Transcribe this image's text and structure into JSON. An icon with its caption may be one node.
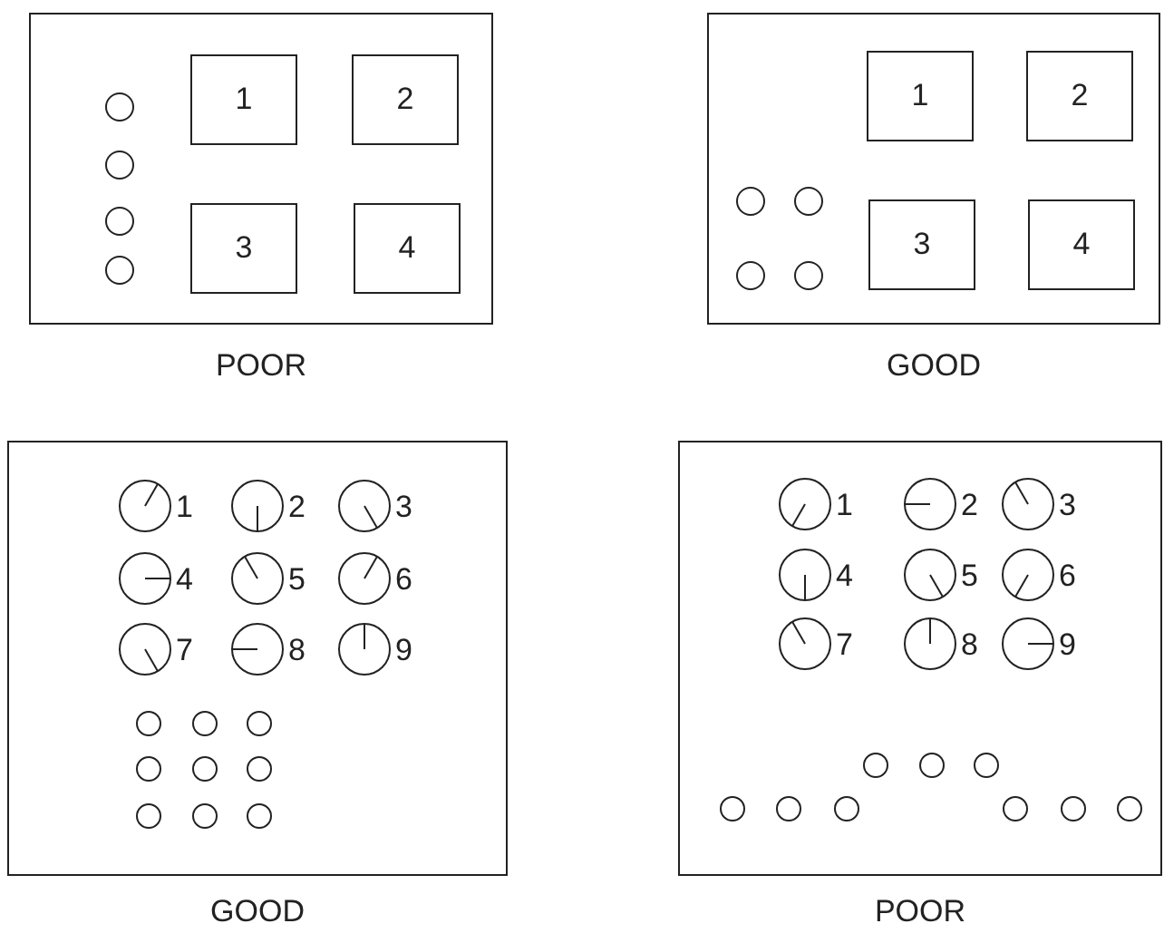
{
  "diagram": {
    "nodes": [
      {
        "text": [],
        "shape": "box",
        "beside": [
          "POOR"
        ]
      },
      {
        "text": [],
        "shape": "circle",
        "in": 0
      },
      {
        "text": [],
        "shape": "circle",
        "in": 0
      },
      {
        "text": [],
        "shape": "circle",
        "in": 0
      },
      {
        "text": [],
        "shape": "circle",
        "in": 0
      },
      {
        "text": [
          "1"
        ],
        "in": 0
      },
      {
        "text": [
          "2"
        ],
        "in": 0
      },
      {
        "text": [
          "3"
        ],
        "in": 0
      },
      {
        "text": [
          "4"
        ],
        "in": 0
      },
      {
        "text": [],
        "shape": "box",
        "beside": [
          "GOOD"
        ]
      },
      {
        "text": [
          "1"
        ],
        "in": 9
      },
      {
        "text": [
          "2"
        ],
        "in": 9
      },
      {
        "text": [],
        "shape": "circle",
        "in": 9
      },
      {
        "text": [],
        "shape": "circle",
        "in": 9
      },
      {
        "text": [
          "3"
        ],
        "in": 9
      },
      {
        "text": [
          "4"
        ],
        "in": 9
      },
      {
        "text": [],
        "shape": "circle",
        "in": 9
      },
      {
        "text": [],
        "shape": "circle",
        "in": 9
      },
      {
        "text": [],
        "shape": "box",
        "beside": [
          "GOOD"
        ]
      },
      {
        "text": [
          "1"
        ],
        "in": 18
      },
      {
        "text": [
          "2"
        ],
        "in": 18
      },
      {
        "text": [
          "3"
        ],
        "in": 18
      },
      {
        "text": [
          "4"
        ],
        "in": 18
      },
      {
        "text": [
          "5"
        ],
        "in": 18
      },
      {
        "text": [
          "6"
        ],
        "in": 18
      },
      {
        "text": [
          "7"
        ],
        "in": 18
      },
      {
        "text": [
          "8"
        ],
        "in": 18
      },
      {
        "text": [
          "9"
        ],
        "in": 18
      },
      {
        "text": [],
        "shape": "circle",
        "in": 18
      },
      {
        "text": [],
        "shape": "circle",
        "in": 18
      },
      {
        "text": [],
        "shape": "circle",
        "in": 18
      },
      {
        "text": [],
        "shape": "circle",
        "in": 18
      },
      {
        "text": [],
        "shape": "circle",
        "in": 18
      },
      {
        "text": [],
        "shape": "circle",
        "in": 18
      },
      {
        "text": [],
        "shape": "circle",
        "in": 18
      },
      {
        "text": [],
        "shape": "circle",
        "in": 18
      },
      {
        "text": [],
        "shape": "circle",
        "in": 18
      },
      {
        "text": [],
        "shape": "box",
        "beside": [
          "POOR"
        ]
      },
      {
        "text": [
          "1"
        ],
        "in": 37
      },
      {
        "text": [
          "2"
        ],
        "in": 37
      },
      {
        "text": [
          "3"
        ],
        "in": 37
      },
      {
        "text": [
          "4"
        ],
        "in": 37
      },
      {
        "text": [
          "5"
        ],
        "in": 37
      },
      {
        "text": [
          "6"
        ],
        "in": 37
      },
      {
        "text": [
          "7"
        ],
        "in": 37
      },
      {
        "text": [
          "8"
        ],
        "in": 37
      },
      {
        "text": [
          "9"
        ],
        "in": 37
      },
      {
        "text": [],
        "shape": "circle",
        "in": 37
      },
      {
        "text": [],
        "shape": "circle",
        "in": 37
      },
      {
        "text": [],
        "shape": "circle",
        "in": 37
      },
      {
        "text": [],
        "shape": "circle",
        "in": 37
      },
      {
        "text": [],
        "shape": "circle",
        "in": 37
      },
      {
        "text": [],
        "shape": "circle",
        "in": 37
      },
      {
        "text": [],
        "shape": "circle",
        "in": 37
      },
      {
        "text": [],
        "shape": "circle",
        "in": 37
      },
      {
        "text": [],
        "shape": "circle",
        "in": 37
      }
    ]
  }
}
